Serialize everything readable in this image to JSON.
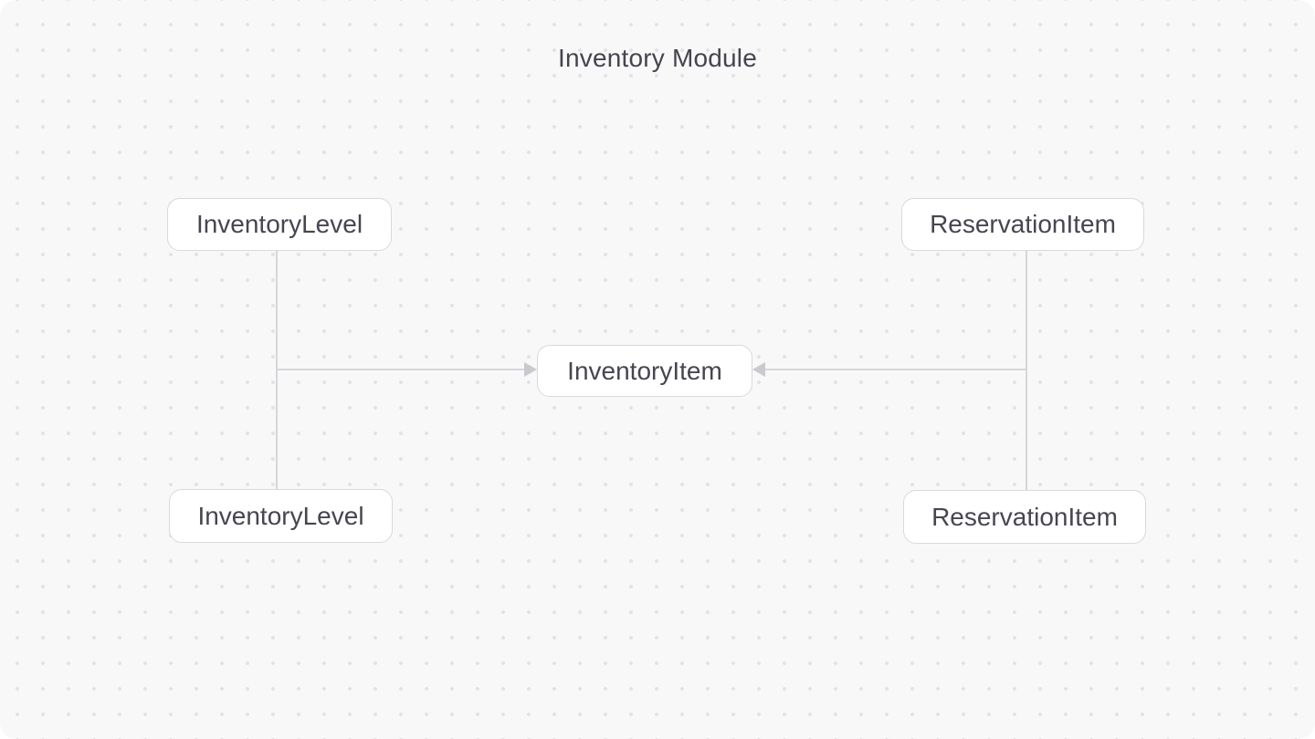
{
  "title": "Inventory Module",
  "nodes": [
    {
      "id": "inventory-level-top",
      "label": "InventoryLevel"
    },
    {
      "id": "reservation-item-top",
      "label": "ReservationItem"
    },
    {
      "id": "inventory-item",
      "label": "InventoryItem"
    },
    {
      "id": "inventory-level-bottom",
      "label": "InventoryLevel"
    },
    {
      "id": "reservation-item-bottom",
      "label": "ReservationItem"
    }
  ],
  "edges": [
    {
      "from": "inventory-level-top",
      "to": "inventory-item",
      "arrowhead": "into-target"
    },
    {
      "from": "reservation-item-top",
      "to": "inventory-item",
      "arrowhead": "into-target"
    },
    {
      "from": "inventory-level-top",
      "to": "inventory-level-bottom",
      "arrowhead": "none"
    },
    {
      "from": "reservation-item-top",
      "to": "reservation-item-bottom",
      "arrowhead": "none"
    }
  ],
  "colors": {
    "page_background": "#ffffff",
    "canvas_background": "#f8f8f9",
    "grid_dot": "#e3e3e6",
    "node_background": "#ffffff",
    "node_border": "#d9d9de",
    "node_text": "#464650",
    "title_text": "#45454f",
    "edge_line": "#d6d6da",
    "edge_arrow": "#c9c9ce"
  }
}
